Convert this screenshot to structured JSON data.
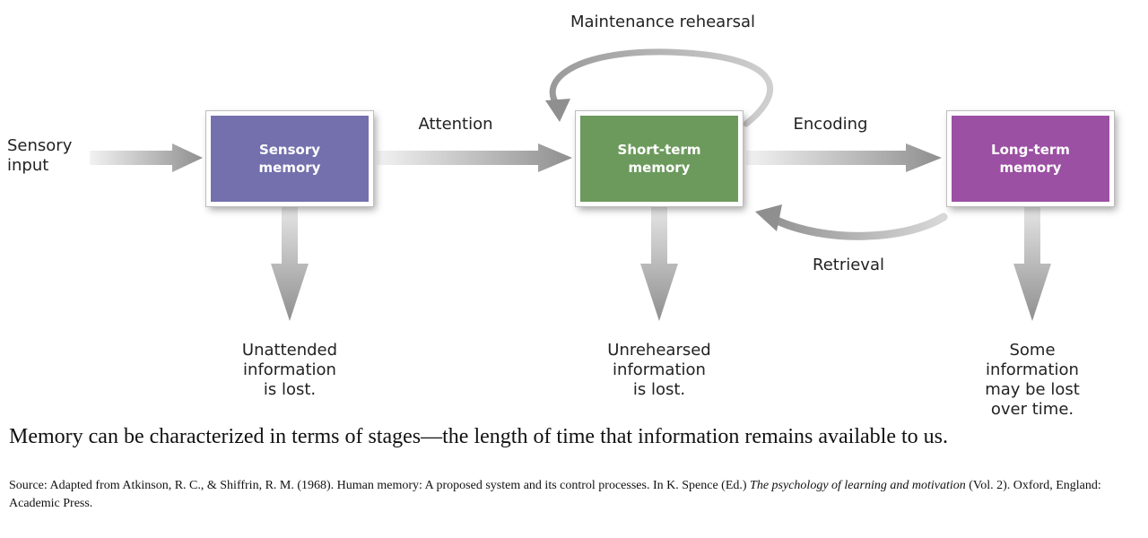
{
  "stages": {
    "sensory": {
      "label": "Sensory\nmemory",
      "color": "#7370ad"
    },
    "short_term": {
      "label": "Short-term\nmemory",
      "color": "#6c9a5c"
    },
    "long_term": {
      "label": "Long-term\nmemory",
      "color": "#9b50a3"
    }
  },
  "labels": {
    "sensory_input": "Sensory\ninput",
    "attention": "Attention",
    "encoding": "Encoding",
    "retrieval": "Retrieval",
    "maintenance": "Maintenance rehearsal"
  },
  "losses": {
    "sensory": "Unattended\ninformation\nis lost.",
    "short_term": "Unrehearsed\ninformation\nis lost.",
    "long_term": "Some\ninformation\nmay be lost\nover time."
  },
  "caption": "Memory can be characterized in terms of stages—the length of time that information remains available to us.",
  "source": {
    "prefix": "Source: Adapted from Atkinson, R.   C., & Shiffrin, R. M. (1968). Human memory: A proposed system and its control processes. In K. Spence (Ed.) ",
    "book_title_1": "The psychology of learning and motivation",
    "suffix": " (Vol. 2). Oxford, England: Academic Press."
  },
  "colors": {
    "arrow_light": "#f2f2f2",
    "arrow_dark": "#909090"
  }
}
